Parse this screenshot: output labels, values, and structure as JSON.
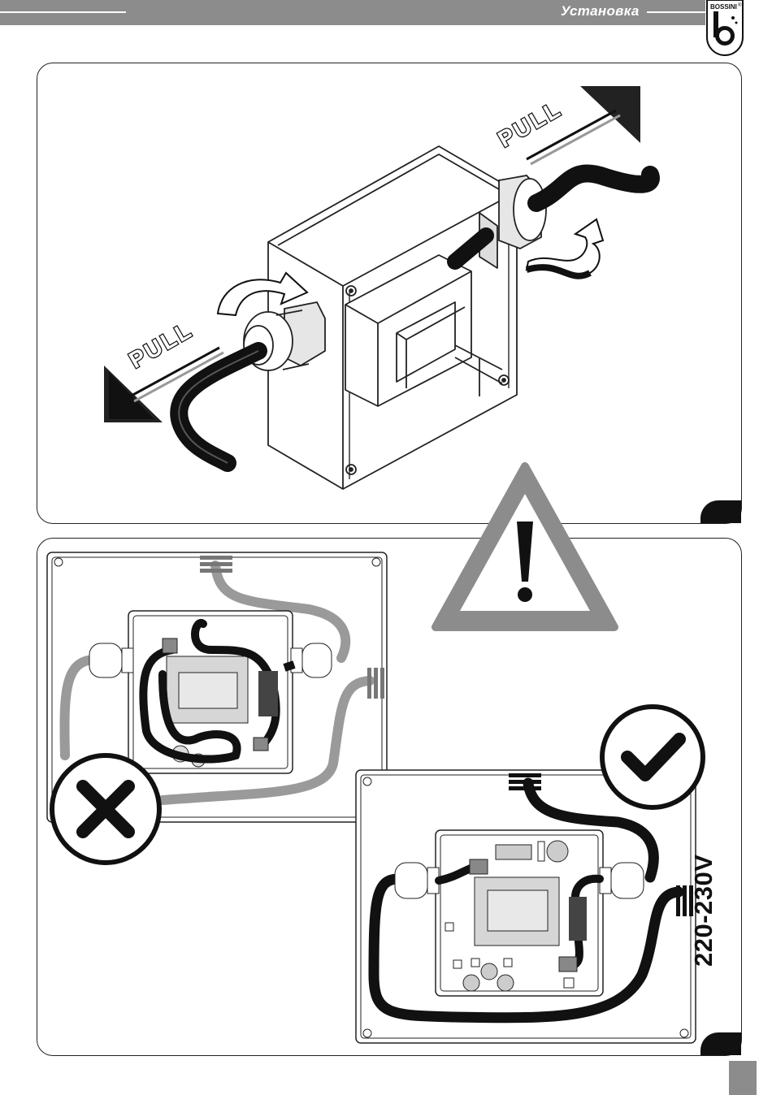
{
  "header": {
    "title": "Установка",
    "brand": "BOSSINI",
    "brand_mark": "®"
  },
  "figure_top": {
    "pull_left_label": "PULL",
    "pull_right_label": "PULL"
  },
  "figure_bottom": {
    "voltage_label": "220-230V",
    "wrong_icon": "cross-icon",
    "correct_icon": "check-icon",
    "warning_icon": "warning-triangle-icon"
  },
  "colors": {
    "header_gray": "#8c8c8c",
    "cable_black": "#111111",
    "cable_gray": "#9a9a9a",
    "warning_gray": "#8c8c8c"
  }
}
